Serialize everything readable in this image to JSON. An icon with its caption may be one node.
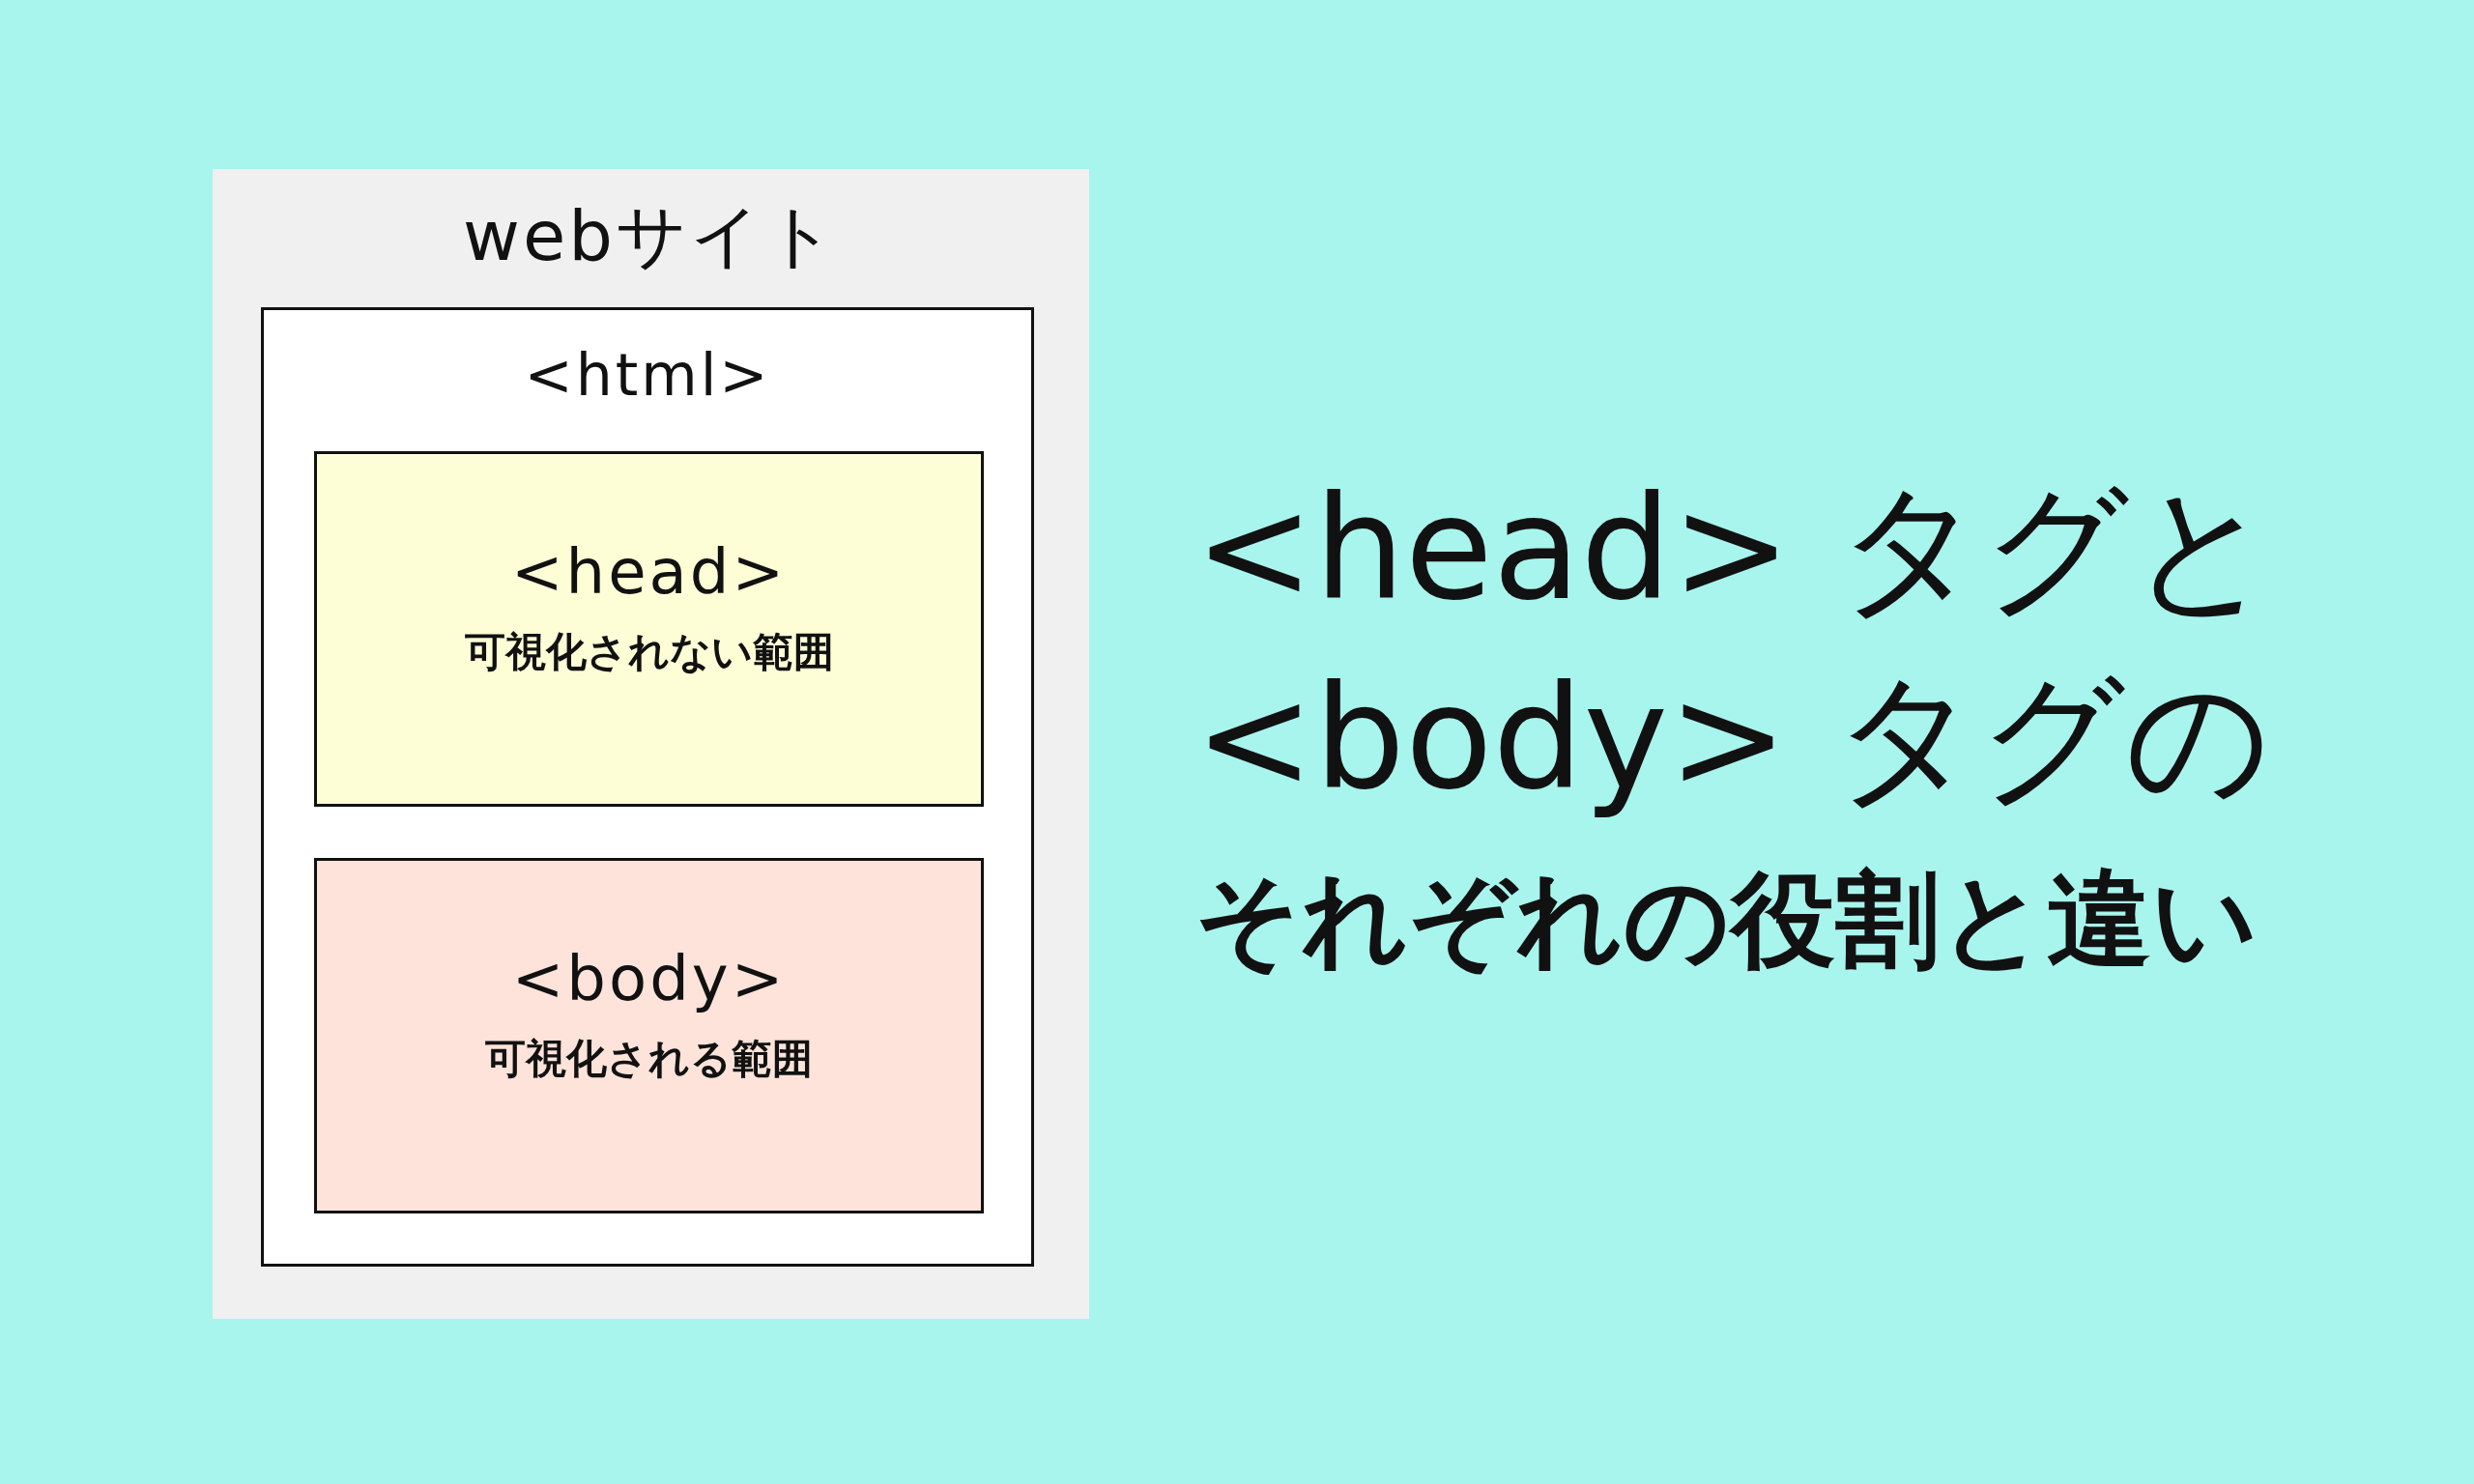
{
  "diagram": {
    "title": "<head> タグと <body> タグの",
    "nodes": [
      {
        "text": [
          "webサイト"
        ]
      },
      {
        "text": [
          "<html>"
        ],
        "in": 0
      },
      {
        "text": [
          "<head>",
          "可視化されない範囲"
        ],
        "in": 1
      },
      {
        "text": [
          "<body>",
          "可視化される範囲"
        ],
        "in": 1
      }
    ],
    "labels": [
      "それぞれの役割と違い"
    ]
  }
}
